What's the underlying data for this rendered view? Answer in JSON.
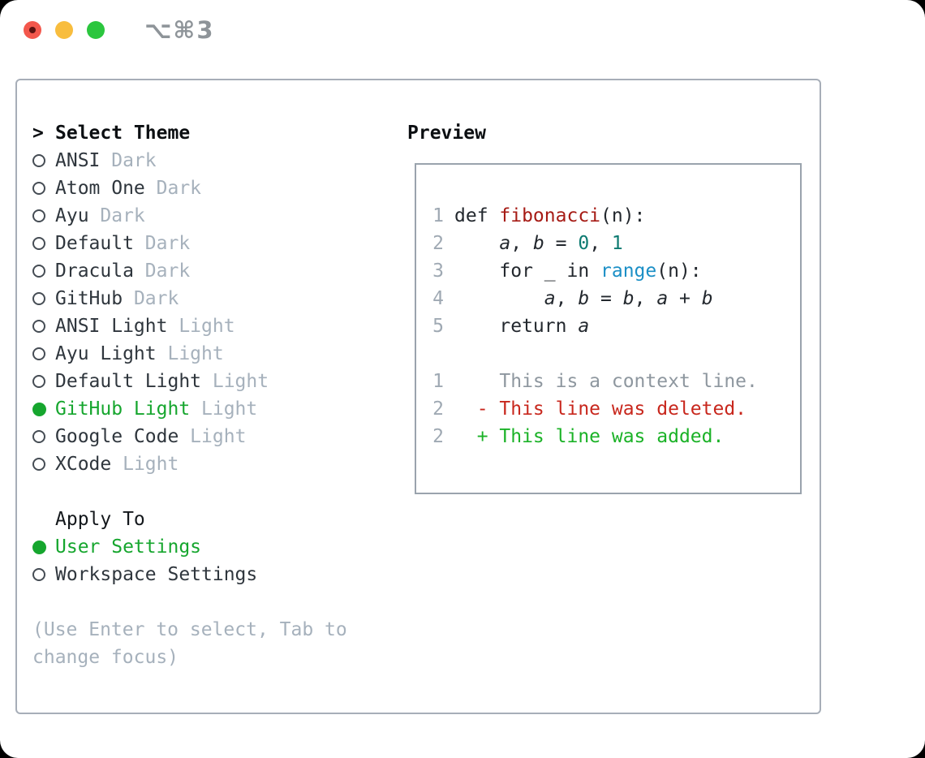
{
  "window": {
    "title": "⌥⌘3"
  },
  "colors": {
    "traffic_red": "#f3574c",
    "traffic_red_dot": "#5c1210",
    "traffic_yellow": "#f8bd3e",
    "traffic_green": "#2bc63e",
    "accent_green": "#16a62e",
    "text_dark": "#2f363d",
    "muted_gray": "#a6b1bc",
    "panel_border": "#a7aeb8",
    "preview_border": "#9aa3ad",
    "line_number_gray": "#9fa9b3",
    "code_function_red": "#a61b15",
    "code_builtin_blue": "#1b8fc6",
    "code_number_teal": "#0d7a71",
    "diff_context_gray": "#8e979f",
    "diff_deleted_red": "#c8271d",
    "diff_added_green": "#1bb227"
  },
  "theme_picker": {
    "header_prefix": ">",
    "header": "Select Theme",
    "items": [
      {
        "label": "ANSI",
        "variant": "Dark",
        "selected": false
      },
      {
        "label": "Atom One",
        "variant": "Dark",
        "selected": false
      },
      {
        "label": "Ayu",
        "variant": "Dark",
        "selected": false
      },
      {
        "label": "Default",
        "variant": "Dark",
        "selected": false
      },
      {
        "label": "Dracula",
        "variant": "Dark",
        "selected": false
      },
      {
        "label": "GitHub",
        "variant": "Dark",
        "selected": false
      },
      {
        "label": "ANSI Light",
        "variant": "Light",
        "selected": false
      },
      {
        "label": "Ayu Light",
        "variant": "Light",
        "selected": false
      },
      {
        "label": "Default Light",
        "variant": "Light",
        "selected": false
      },
      {
        "label": "GitHub Light",
        "variant": "Light",
        "selected": true
      },
      {
        "label": "Google Code",
        "variant": "Light",
        "selected": false
      },
      {
        "label": "XCode",
        "variant": "Light",
        "selected": false
      }
    ],
    "apply_to": {
      "header": "Apply To",
      "options": [
        {
          "label": "User Settings",
          "selected": true
        },
        {
          "label": "Workspace Settings",
          "selected": false
        }
      ]
    },
    "hint_lines": [
      "(Use Enter to select, Tab to",
      "change focus)"
    ]
  },
  "preview": {
    "header": "Preview",
    "code_lines": [
      {
        "num": "1",
        "segments": [
          {
            "t": "def ",
            "c": "plain"
          },
          {
            "t": "fibonacci",
            "c": "func"
          },
          {
            "t": "(n):",
            "c": "plain"
          }
        ]
      },
      {
        "num": "2",
        "segments": [
          {
            "t": "    ",
            "c": "plain"
          },
          {
            "t": "a",
            "c": "var"
          },
          {
            "t": ", ",
            "c": "plain"
          },
          {
            "t": "b",
            "c": "var"
          },
          {
            "t": " = ",
            "c": "plain"
          },
          {
            "t": "0",
            "c": "num"
          },
          {
            "t": ", ",
            "c": "plain"
          },
          {
            "t": "1",
            "c": "num"
          }
        ]
      },
      {
        "num": "3",
        "segments": [
          {
            "t": "    for _ in ",
            "c": "plain"
          },
          {
            "t": "range",
            "c": "builtin"
          },
          {
            "t": "(n):",
            "c": "plain"
          }
        ]
      },
      {
        "num": "4",
        "segments": [
          {
            "t": "        ",
            "c": "plain"
          },
          {
            "t": "a",
            "c": "var"
          },
          {
            "t": ", ",
            "c": "plain"
          },
          {
            "t": "b",
            "c": "var"
          },
          {
            "t": " = ",
            "c": "plain"
          },
          {
            "t": "b",
            "c": "var"
          },
          {
            "t": ", ",
            "c": "plain"
          },
          {
            "t": "a",
            "c": "var"
          },
          {
            "t": " + ",
            "c": "plain"
          },
          {
            "t": "b",
            "c": "var"
          }
        ]
      },
      {
        "num": "5",
        "segments": [
          {
            "t": "    return ",
            "c": "plain"
          },
          {
            "t": "a",
            "c": "var"
          }
        ]
      }
    ],
    "diff_lines": [
      {
        "num": "1",
        "segments": [
          {
            "t": "    This is a context line.",
            "c": "context"
          }
        ]
      },
      {
        "num": "2",
        "segments": [
          {
            "t": "  - This line was deleted.",
            "c": "del"
          }
        ]
      },
      {
        "num": "2",
        "segments": [
          {
            "t": "  + This line was added.",
            "c": "add"
          }
        ]
      }
    ]
  }
}
